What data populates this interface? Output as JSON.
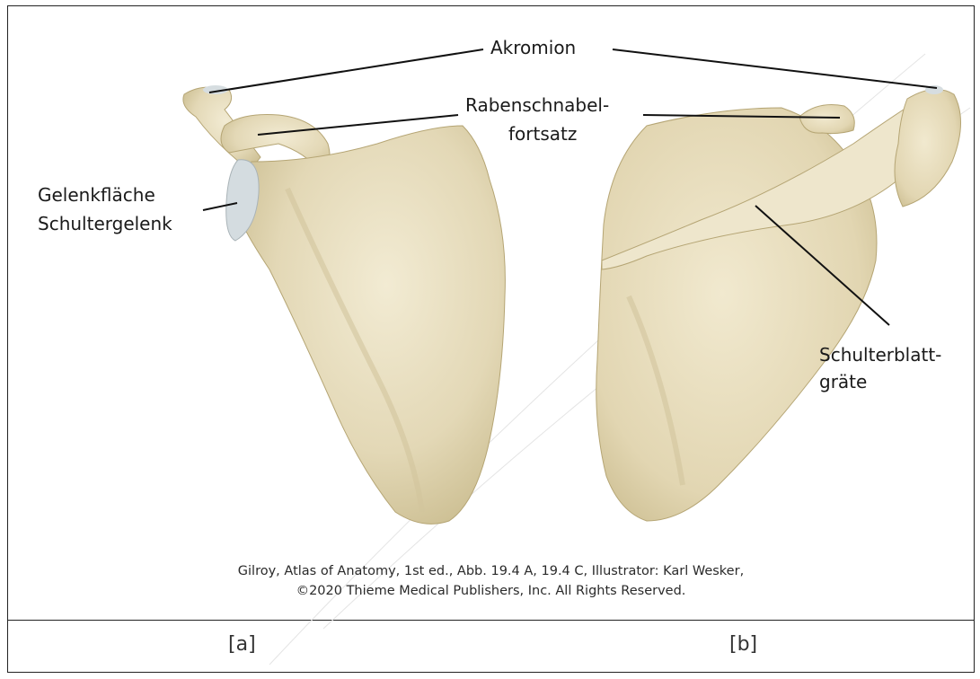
{
  "labels": {
    "acromion": "Akromion",
    "coracoid_line1": "Rabenschnabel-",
    "coracoid_line2": "fortsatz",
    "glenoid_line1": "Gelenkfläche",
    "glenoid_line2": "Schultergelenk",
    "spine_line1": "Schulterblatt-",
    "spine_line2": "gräte"
  },
  "credit": {
    "line1": "Gilroy, Atlas of Anatomy, 1st ed., Abb. 19.4 A, 19.4 C, Illustrator: Karl Wesker,",
    "line2": "©2020 Thieme Medical Publishers, Inc. All Rights Reserved."
  },
  "panels": {
    "a": "[a]",
    "b": "[b]"
  },
  "colors": {
    "bone": "#e6dcbc",
    "bone_shadow": "#c9bb8f",
    "bone_highlight": "#f3ecd6",
    "articular_cartilage": "#d3dbdf"
  }
}
